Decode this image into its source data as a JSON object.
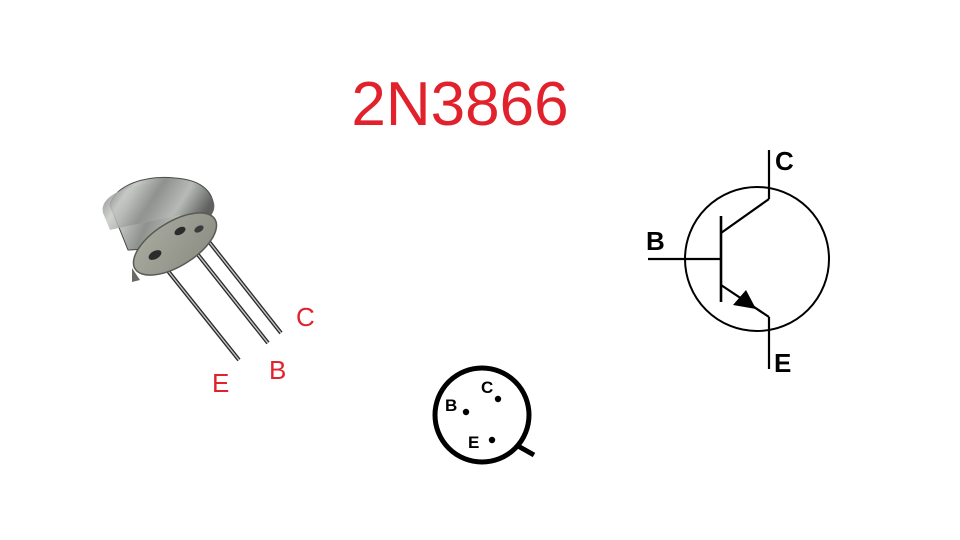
{
  "title": "2N3866",
  "colors": {
    "title": "#e1222d",
    "pin_labels": "#e1222d",
    "schematic": "#000000",
    "background": "#ffffff"
  },
  "photo": {
    "description": "TO-39 metal can transistor photo with three leads",
    "pin_labels": {
      "emitter": "E",
      "base": "B",
      "collector": "C"
    }
  },
  "pinout_bottom_view": {
    "labels": {
      "base": "B",
      "collector": "C",
      "emitter": "E"
    }
  },
  "schematic": {
    "type": "NPN transistor symbol",
    "labels": {
      "base": "B",
      "collector": "C",
      "emitter": "E"
    }
  }
}
